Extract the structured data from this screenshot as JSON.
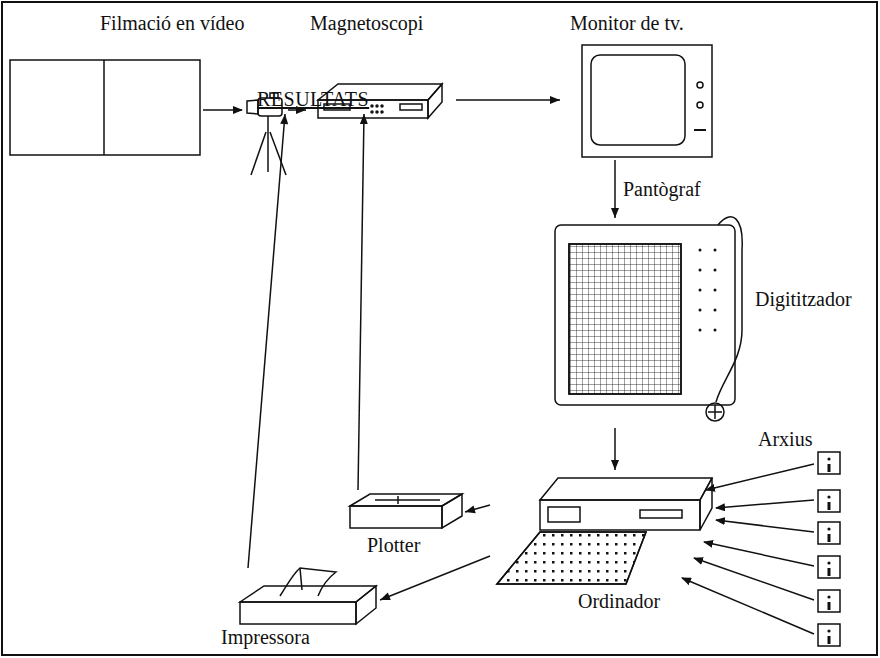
{
  "diagram": {
    "nodes": [
      {
        "text": [
          "Filmació en vídeo"
        ]
      },
      {
        "text": [
          "Magnetoscopi"
        ]
      },
      {
        "text": [
          "Monitor de tv."
        ]
      },
      {
        "text": [
          "Digititzador"
        ]
      },
      {
        "text": [
          "Ordinador"
        ]
      },
      {
        "text": [
          "Plotter"
        ]
      },
      {
        "text": [
          "Impressora"
        ]
      },
      {
        "text": [
          "RESULTATS"
        ]
      }
    ],
    "edges": [
      {
        "from": 0,
        "to": 1,
        "arrow": "to"
      },
      {
        "from": 1,
        "to": 2,
        "arrow": "to"
      },
      {
        "from": 2,
        "to": 3,
        "label": "Pantògraf",
        "arrow": "to"
      },
      {
        "from": 3,
        "to": 4,
        "arrow": "to"
      },
      {
        "from": 4,
        "to": 5,
        "arrow": "to"
      },
      {
        "from": 4,
        "to": 6,
        "arrow": "to"
      },
      {
        "from": 5,
        "to": 7,
        "arrow": "to"
      },
      {
        "from": 6,
        "to": 7,
        "arrow": "to"
      }
    ],
    "labels": [
      "Arxius"
    ]
  }
}
